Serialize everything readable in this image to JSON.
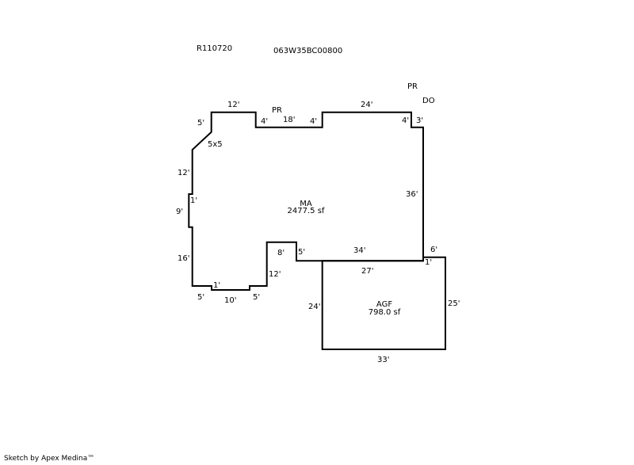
{
  "header": {
    "account": "R110720",
    "parcel": "063W35BC00800"
  },
  "notes": {
    "pr_top": "PR",
    "do_top": "DO",
    "pr_main": "PR"
  },
  "main_area": {
    "code": "MA",
    "area": "2477.5 sf",
    "dimensions": {
      "top_left": "12'",
      "left_top": "5'",
      "notch_left": "4'",
      "notch_mid": "18'",
      "notch_right": "4'",
      "top_right": "24'",
      "step_right_v": "4'",
      "step_right_h": "3'",
      "chamfer": "5x5",
      "left_upper": "12'",
      "bump_w": "1'",
      "bump_h": "9'",
      "left_lower": "16'",
      "bottom_left": "5'",
      "bottom_step": "1'",
      "bottom_mid": "10'",
      "bottom_right": "5'",
      "inner_v": "12'",
      "inner_top": "8'",
      "inner_right": "5'",
      "bottom_long": "34'",
      "right": "36'"
    }
  },
  "garage": {
    "code": "AGF",
    "area": "798.0 sf",
    "dimensions": {
      "top": "27'",
      "left": "24'",
      "right": "25'",
      "bottom": "33'",
      "step_h": "6'",
      "step_v": "1'"
    }
  },
  "footer": {
    "credit": "Sketch by Apex Medina™"
  }
}
